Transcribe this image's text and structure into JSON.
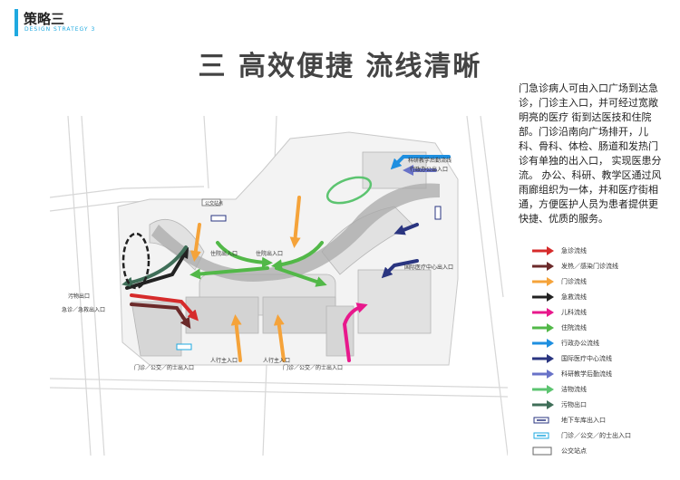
{
  "header": {
    "title": "策略三",
    "subtitle": "DESIGN STRATEGY 3"
  },
  "main_title": "三  高效便捷  流线清晰",
  "description": "门急诊病人可由入口广场到达急诊，门诊主入口，并可经过宽敞明亮的医疗 街到达医技和住院部。门诊沿南向广场排开，儿科、骨科、体检、肠道和发热门诊有单独的出入口， 实现医患分流。 办公、科研、教学区通过风雨廊组织为一体，并和医疗街相通，方便医护人员为患者提供更快捷、优质的服务。",
  "colors": {
    "emergency": "#d62b2b",
    "fever": "#6b2a2a",
    "outpatient": "#f5a33a",
    "ambulance": "#222222",
    "pediatric": "#e8188c",
    "inpatient": "#52b848",
    "admin": "#1e8fe0",
    "international": "#2a3580",
    "research": "#6872c8",
    "clean": "#5cc470",
    "dirty": "#3f6e58",
    "bus_stop": "#666666",
    "accent": "#1fa9e0"
  },
  "legend": [
    {
      "label": "急诊流线",
      "kind": "arrow",
      "color": "emergency"
    },
    {
      "label": "发热／感染门诊流线",
      "kind": "arrow",
      "color": "fever"
    },
    {
      "label": "门诊流线",
      "kind": "arrow",
      "color": "outpatient"
    },
    {
      "label": "急救流线",
      "kind": "arrow",
      "color": "ambulance"
    },
    {
      "label": "儿科流线",
      "kind": "arrow",
      "color": "pediatric"
    },
    {
      "label": "住院流线",
      "kind": "arrow",
      "color": "inpatient"
    },
    {
      "label": "行政办公流线",
      "kind": "arrow",
      "color": "admin"
    },
    {
      "label": "国际医疗中心流线",
      "kind": "arrow",
      "color": "international"
    },
    {
      "label": "科研教学后勤流线",
      "kind": "arrow",
      "color": "research"
    },
    {
      "label": "洁物流线",
      "kind": "arrow",
      "color": "clean"
    },
    {
      "label": "污物出口",
      "kind": "arrow",
      "color": "dirty"
    },
    {
      "label": "地下车库出入口",
      "kind": "garage",
      "color": "international"
    },
    {
      "label": "门诊／公交／的士出入口",
      "kind": "entry",
      "color": "accent"
    },
    {
      "label": "公交站点",
      "kind": "bus",
      "color": "bus_stop"
    }
  ],
  "map_labels": {
    "inpatient_entrance": "住院出入口",
    "dirty_exit": "污物出口",
    "emergency_entrance": "急诊／急救出入口",
    "ped_entrance": "人行主入口",
    "taxi_entrance": "门诊／公交／的士出入口",
    "research_flow": "科研教学后勤流线",
    "admin_entrance": "行政办公出入口",
    "international_entrance": "国际医疗中心出入口",
    "bus_stop": "公交站点"
  }
}
